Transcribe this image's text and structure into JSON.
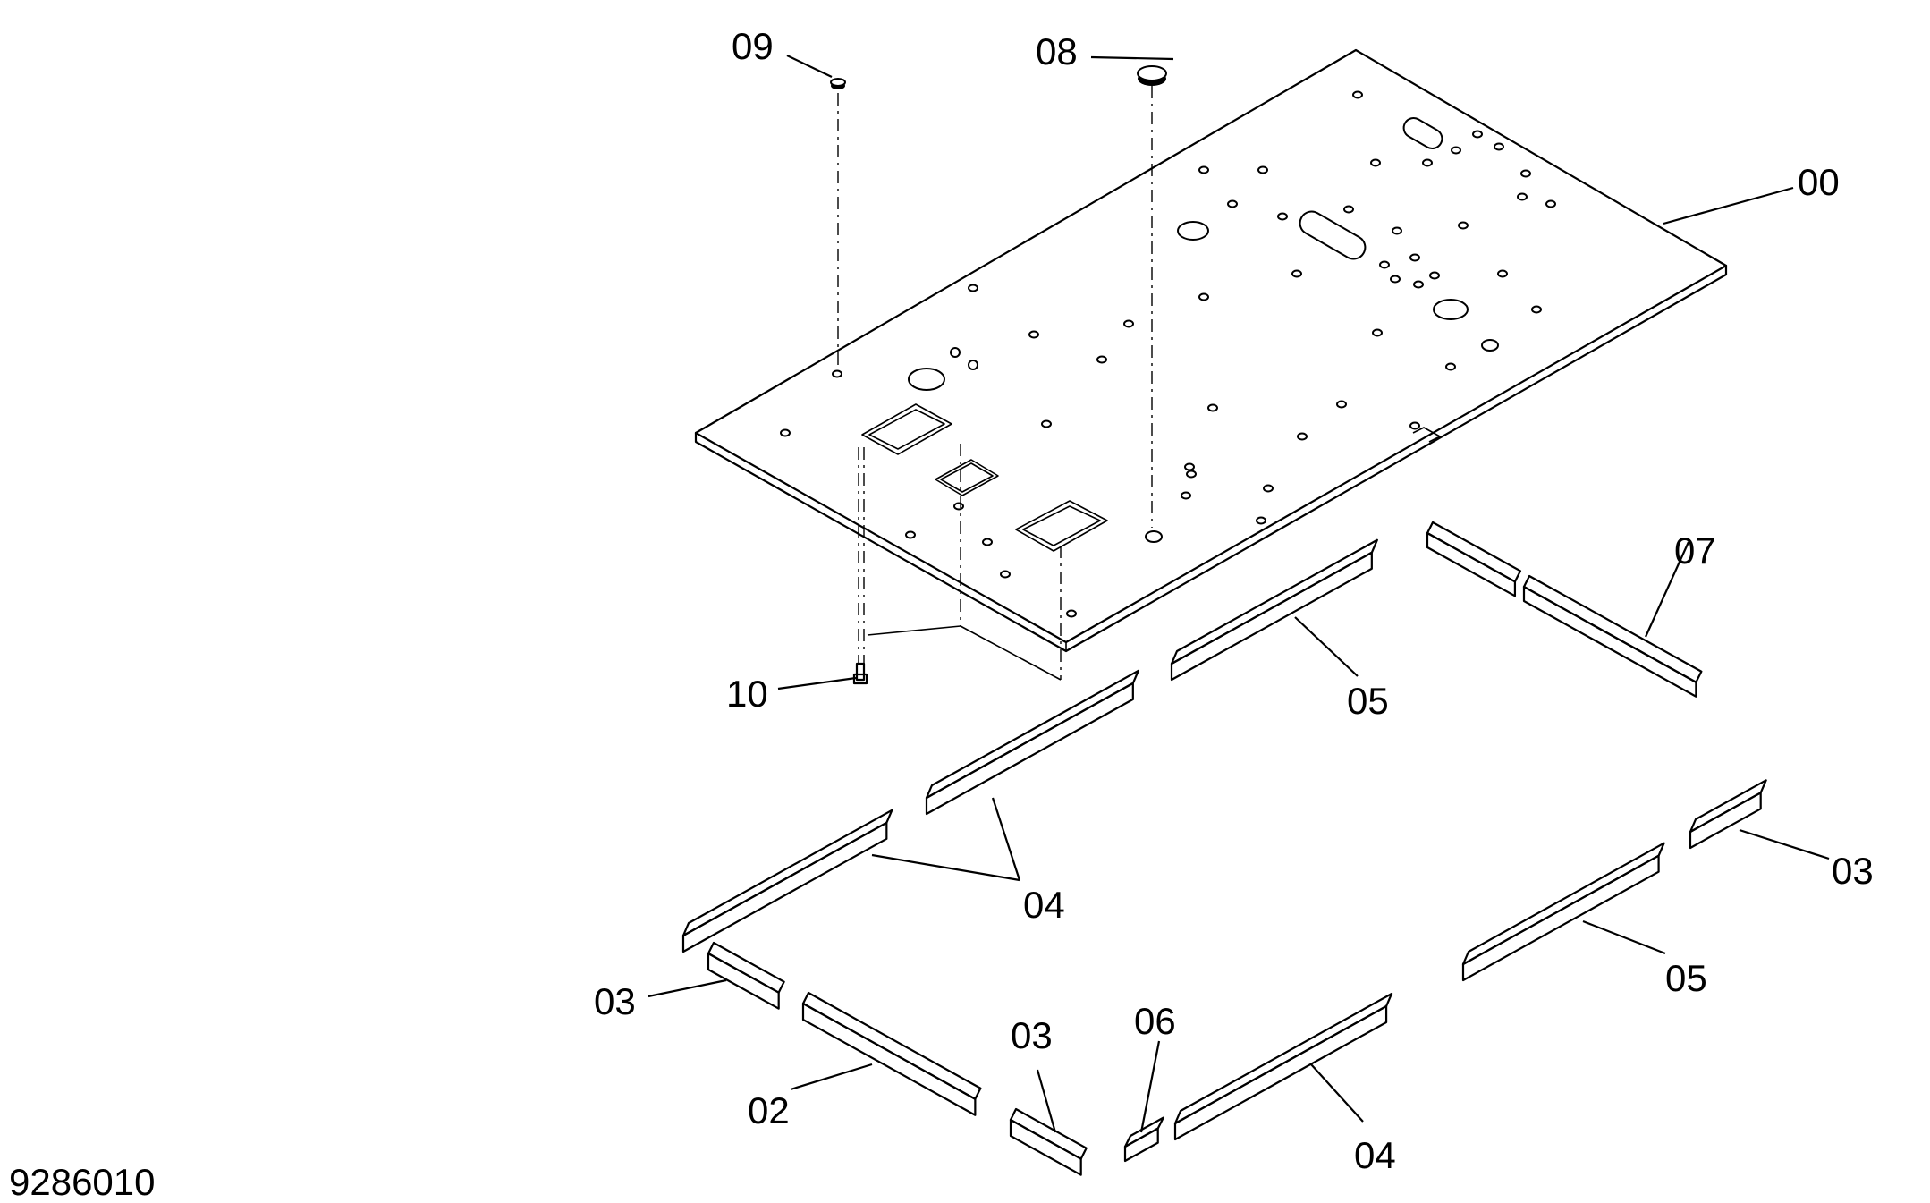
{
  "drawing_number": "9286010",
  "callouts": {
    "plate": "00",
    "cap_large": "08",
    "cap_small": "09",
    "bolt": "10",
    "batten_05_top": "05",
    "batten_07": "07",
    "batten_04_left": "04",
    "batten_03_right": "03",
    "batten_05_right": "05",
    "batten_03_left": "03",
    "batten_02": "02",
    "batten_03_bottom": "03",
    "spacer_06": "06",
    "batten_04_bottom": "04"
  },
  "colors": {
    "line": "#000000",
    "background": "#ffffff"
  }
}
